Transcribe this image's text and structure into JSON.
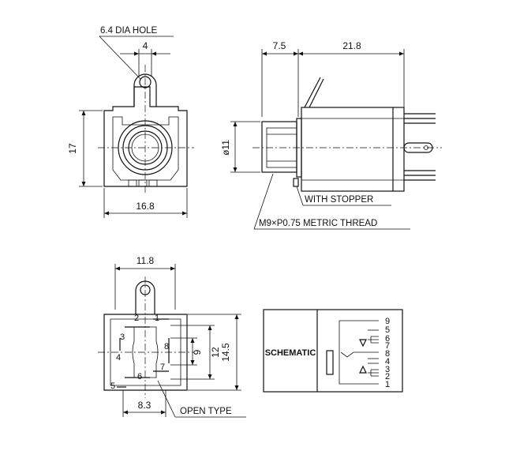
{
  "front_view": {
    "hole_label": "6.4 DIA HOLE",
    "dim_top": "4",
    "dim_height": "17",
    "dim_width": "16.8"
  },
  "side_view": {
    "dim_left": "7.5",
    "dim_right": "21.8",
    "dim_diameter": "ø11",
    "stopper_label": "WITH STOPPER",
    "thread_label": "M9×P0.75 METRIC THREAD"
  },
  "rear_view": {
    "dim_top": "11.8",
    "dim_inner": "9",
    "dim_mid": "12",
    "dim_outer": "14.5",
    "dim_bottom": "8.3",
    "open_type_label": "OPEN TYPE",
    "pin_labels": {
      "p1": "1",
      "p2": "2",
      "p3": "3",
      "p4": "4",
      "p5": "5",
      "p6": "6",
      "p7": "7",
      "p8": "8"
    }
  },
  "schematic": {
    "title": "SCHEMATIC",
    "pins": [
      "9",
      "5",
      "6",
      "7",
      "8",
      "4",
      "3",
      "2",
      "1"
    ]
  }
}
